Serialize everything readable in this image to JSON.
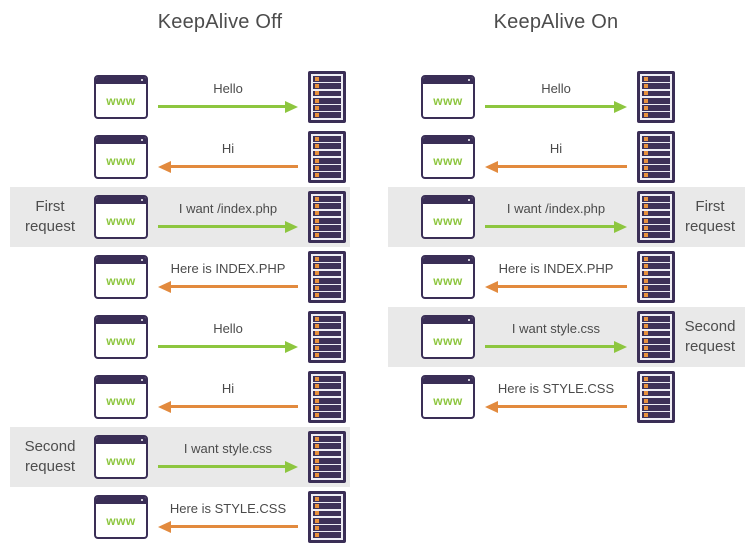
{
  "colors": {
    "request_arrow_green": "#8dc63f",
    "response_arrow_orange": "#e28a3e",
    "icon_purple": "#3a2e56",
    "server_led_orange": "#e8913d",
    "highlight_band_gray": "#e9e9e9",
    "text_gray": "#4c4c4c"
  },
  "browser_icon_label": "www",
  "columns": [
    {
      "title": "KeepAlive Off",
      "side_label_position": "left",
      "rows": [
        {
          "message": "Hello",
          "direction": "client-to-server",
          "arrow_color": "green",
          "highlighted": false,
          "side_label": ""
        },
        {
          "message": "Hi",
          "direction": "server-to-client",
          "arrow_color": "orange",
          "highlighted": false,
          "side_label": ""
        },
        {
          "message": "I want /index.php",
          "direction": "client-to-server",
          "arrow_color": "green",
          "highlighted": true,
          "side_label": "First request"
        },
        {
          "message": "Here is INDEX.PHP",
          "direction": "server-to-client",
          "arrow_color": "orange",
          "highlighted": false,
          "side_label": ""
        },
        {
          "message": "Hello",
          "direction": "client-to-server",
          "arrow_color": "green",
          "highlighted": false,
          "side_label": ""
        },
        {
          "message": "Hi",
          "direction": "server-to-client",
          "arrow_color": "orange",
          "highlighted": false,
          "side_label": ""
        },
        {
          "message": "I want style.css",
          "direction": "client-to-server",
          "arrow_color": "green",
          "highlighted": true,
          "side_label": "Second request"
        },
        {
          "message": "Here is STYLE.CSS",
          "direction": "server-to-client",
          "arrow_color": "orange",
          "highlighted": false,
          "side_label": ""
        }
      ]
    },
    {
      "title": "KeepAlive On",
      "side_label_position": "right",
      "rows": [
        {
          "message": "Hello",
          "direction": "client-to-server",
          "arrow_color": "green",
          "highlighted": false,
          "side_label": ""
        },
        {
          "message": "Hi",
          "direction": "server-to-client",
          "arrow_color": "orange",
          "highlighted": false,
          "side_label": ""
        },
        {
          "message": "I want /index.php",
          "direction": "client-to-server",
          "arrow_color": "green",
          "highlighted": true,
          "side_label": "First request"
        },
        {
          "message": "Here is INDEX.PHP",
          "direction": "server-to-client",
          "arrow_color": "orange",
          "highlighted": false,
          "side_label": ""
        },
        {
          "message": "I want style.css",
          "direction": "client-to-server",
          "arrow_color": "green",
          "highlighted": true,
          "side_label": "Second request"
        },
        {
          "message": "Here is STYLE.CSS",
          "direction": "server-to-client",
          "arrow_color": "orange",
          "highlighted": false,
          "side_label": ""
        }
      ]
    }
  ]
}
